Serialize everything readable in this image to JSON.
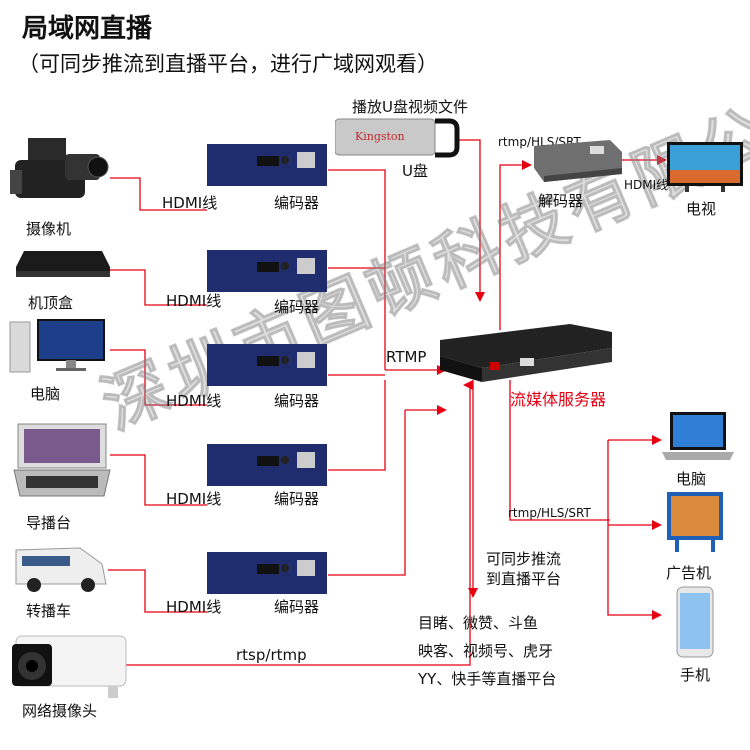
{
  "header": {
    "title": "局域网直播",
    "subtitle": "（可同步推流到直播平台，进行广域网观看）"
  },
  "sources": [
    {
      "name": "摄像机",
      "link_label": "HDMI线"
    },
    {
      "name": "机顶盒",
      "link_label": "HDMI线"
    },
    {
      "name": "电脑",
      "link_label": "HDMI线"
    },
    {
      "name": "导播台",
      "link_label": "HDMI线"
    },
    {
      "name": "转播车",
      "link_label": "HDMI线"
    },
    {
      "name": "网络摄像头",
      "link_label": "rtsp/rtmp"
    }
  ],
  "encoder_label": "编码器",
  "usb": {
    "caption": "播放U盘视频文件",
    "name": "U盘",
    "brand": "Kingston"
  },
  "server": {
    "name": "流媒体服务器",
    "input_label": "RTMP"
  },
  "decoder": {
    "name": "解码器",
    "protocol_label": "rtmp/HLS/SRT",
    "link_label": "HDMI线",
    "tv_name": "电视"
  },
  "outputs": {
    "protocol_label": "rtmp/HLS/SRT",
    "devices": [
      "电脑",
      "广告机",
      "手机"
    ]
  },
  "platform": {
    "push_label_1": "可同步推流",
    "push_label_2": "到直播平台",
    "lines": [
      "目睹、微赞、斗鱼",
      "映客、视频号、虎牙",
      "YY、快手等直播平台"
    ]
  },
  "watermark": "深圳市图顿科技有限公司",
  "colors": {
    "line": "#e60012",
    "device": "#1f2d6e"
  }
}
